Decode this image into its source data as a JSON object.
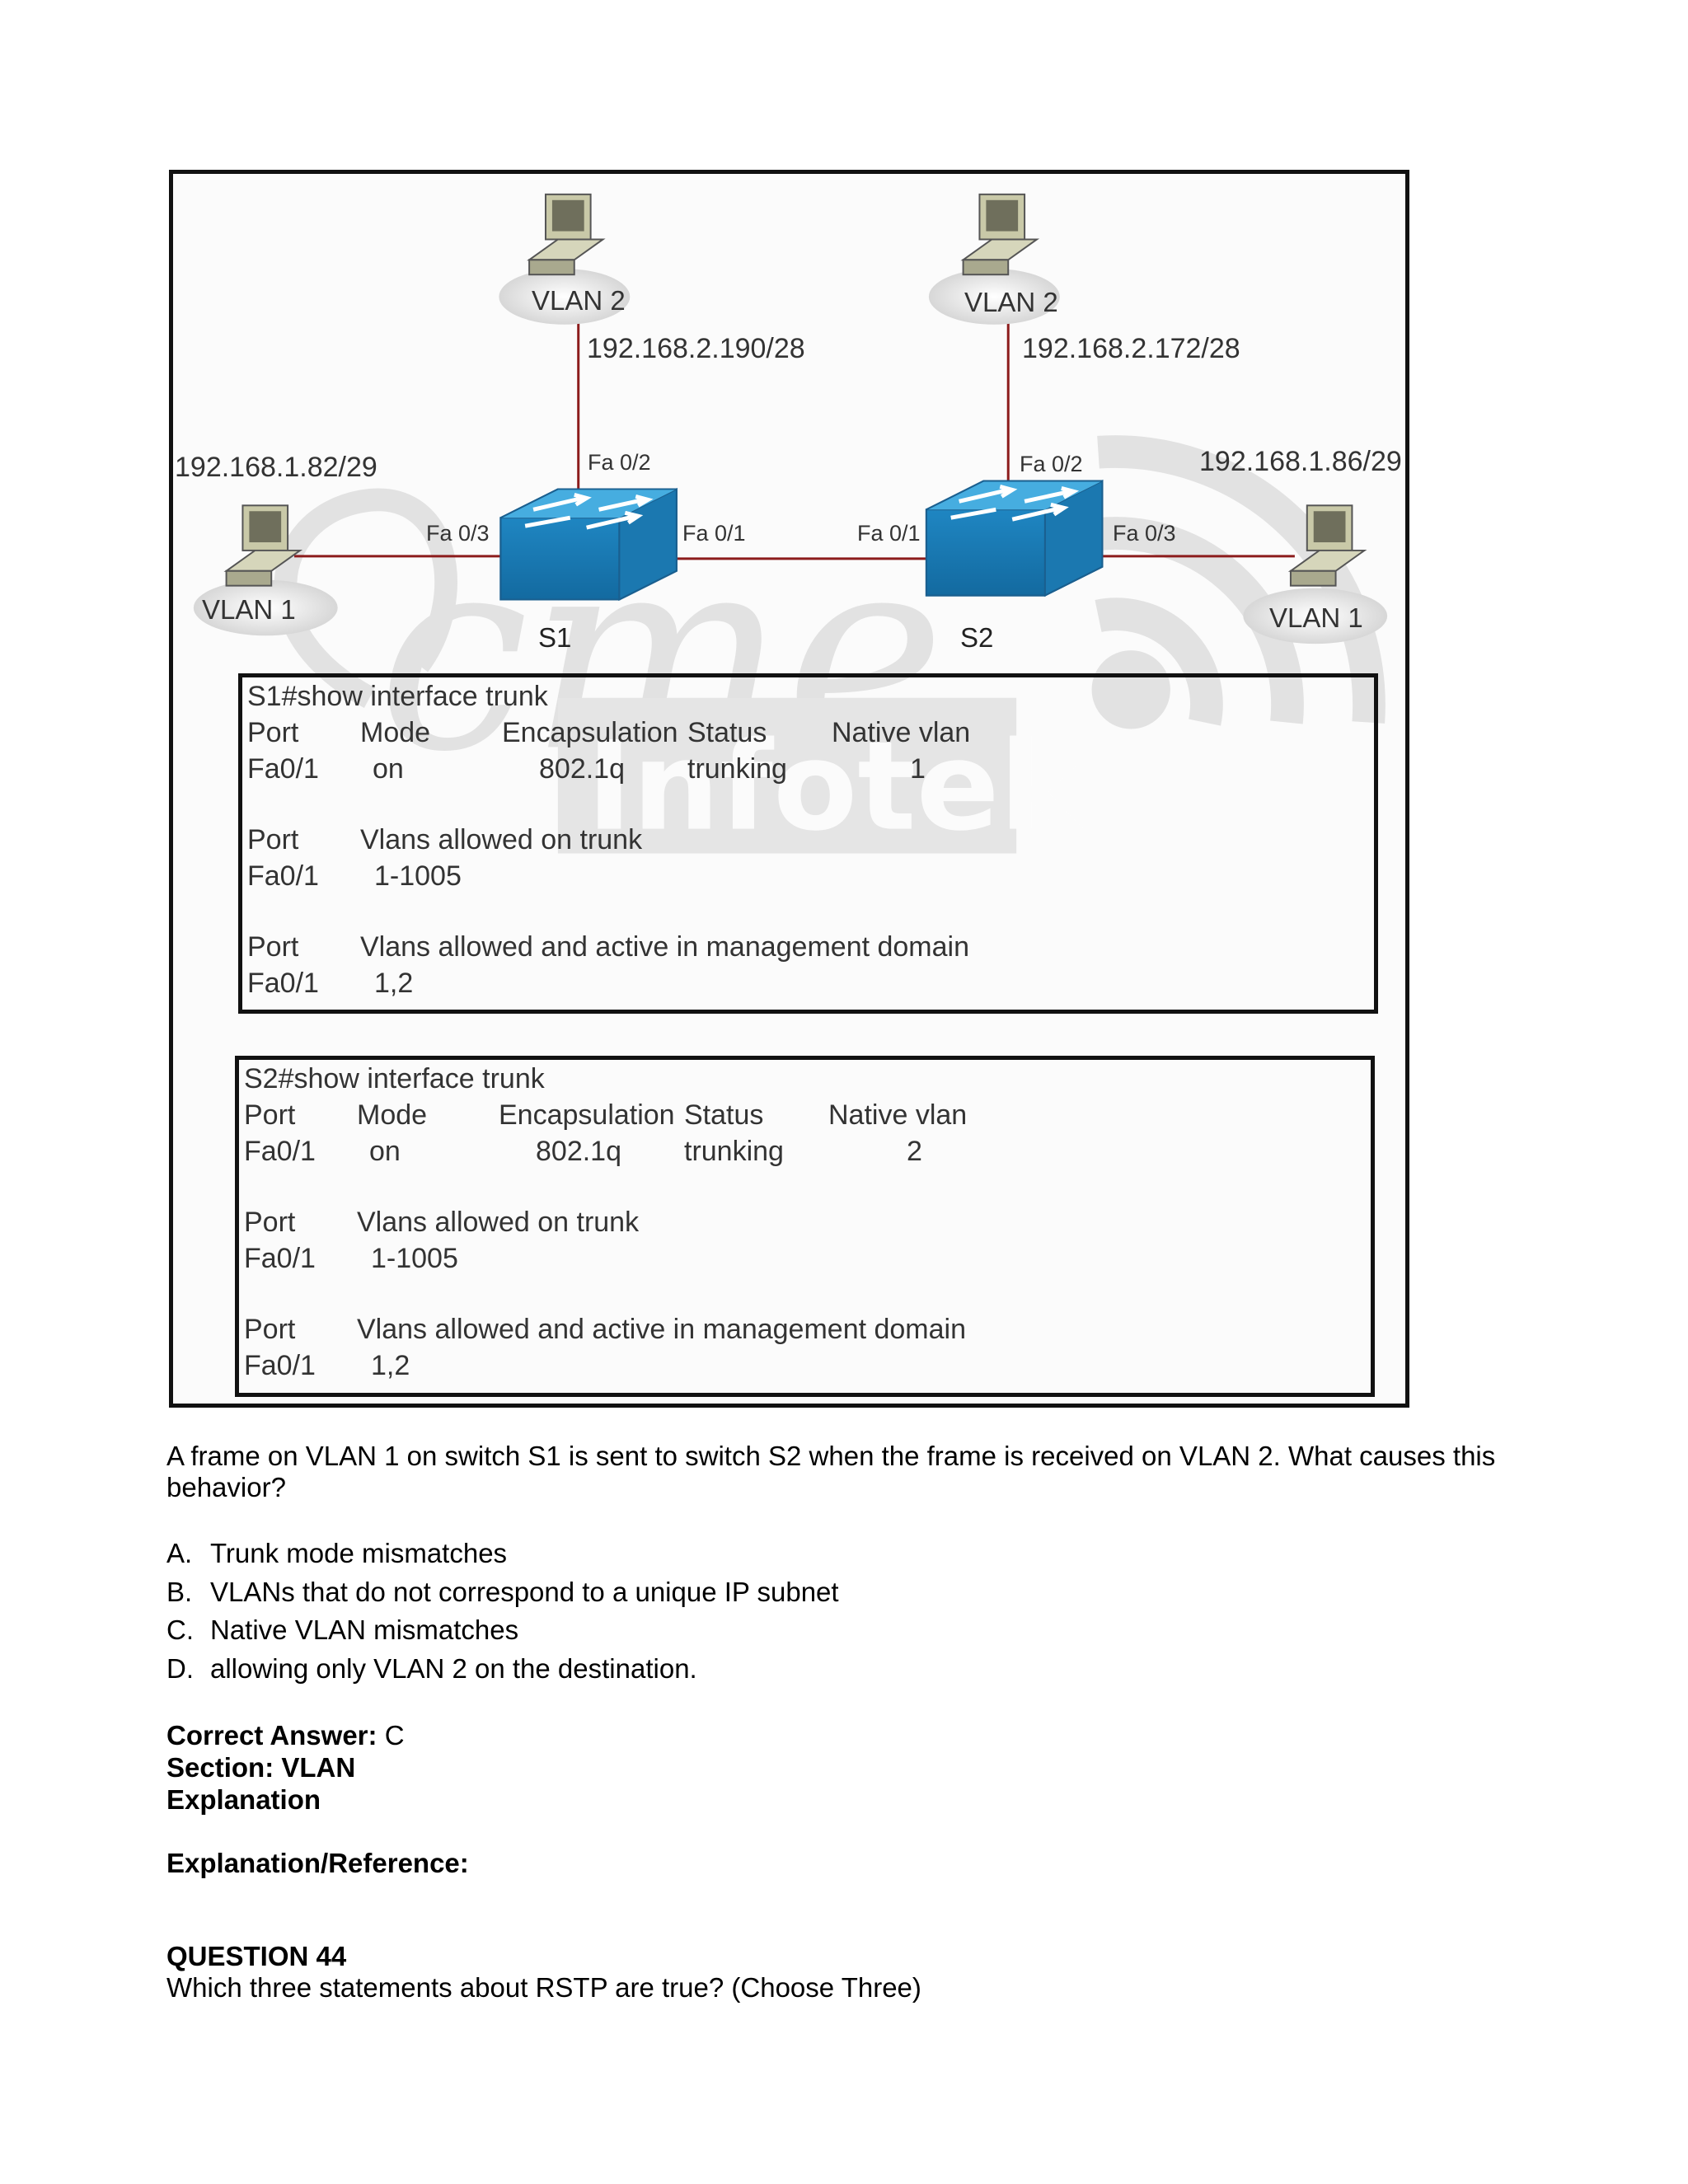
{
  "diagram": {
    "s1_label": "S1",
    "s2_label": "S2",
    "hosts": {
      "s1_top_vlan": "VLAN 2",
      "s1_top_ip": "192.168.2.190/28",
      "s2_top_vlan": "VLAN 2",
      "s2_top_ip": "192.168.2.172/28",
      "left_vlan": "VLAN 1",
      "left_ip": "192.168.1.82/29",
      "right_vlan": "VLAN 1",
      "right_ip": "192.168.1.86/29"
    },
    "ports": {
      "s1_fa02": "Fa 0/2",
      "s1_fa03": "Fa 0/3",
      "s1_fa01": "Fa 0/1",
      "s2_fa01": "Fa 0/1",
      "s2_fa02": "Fa 0/2",
      "s2_fa03": "Fa 0/3"
    },
    "watermark": "Acme Infotek"
  },
  "s1_output": {
    "command": "S1#show interface trunk",
    "headers": [
      "Port",
      "Mode",
      "Encapsulation",
      "Status",
      "Native vlan"
    ],
    "row": [
      "Fa0/1",
      "on",
      "802.1q",
      "trunking",
      "1"
    ],
    "allowed_header": [
      "Port",
      "Vlans allowed on trunk"
    ],
    "allowed_row": [
      "Fa0/1",
      "1-1005"
    ],
    "active_header": [
      "Port",
      "Vlans allowed and active in management domain"
    ],
    "active_row": [
      "Fa0/1",
      "1,2"
    ]
  },
  "s2_output": {
    "command": "S2#show interface trunk",
    "headers": [
      "Port",
      "Mode",
      "Encapsulation",
      "Status",
      "Native vlan"
    ],
    "row": [
      "Fa0/1",
      "on",
      "802.1q",
      "trunking",
      "2"
    ],
    "allowed_header": [
      "Port",
      "Vlans allowed on trunk"
    ],
    "allowed_row": [
      "Fa0/1",
      "1-1005"
    ],
    "active_header": [
      "Port",
      "Vlans allowed and active in management domain"
    ],
    "active_row": [
      "Fa0/1",
      "1,2"
    ]
  },
  "question": {
    "text_line1": "A frame on VLAN 1 on switch S1 is sent to switch S2 when the frame is received on VLAN 2. What causes this",
    "text_line2": "behavior?",
    "options": [
      {
        "key": "A.",
        "text": "Trunk mode mismatches"
      },
      {
        "key": "B.",
        "text": "VLANs that do not correspond to a unique IP subnet"
      },
      {
        "key": "C.",
        "text": "Native VLAN mismatches"
      },
      {
        "key": "D.",
        "text": "allowing only VLAN 2 on the destination."
      }
    ],
    "answer_label": "Correct Answer:",
    "answer_value": "C",
    "section": "Section: VLAN",
    "explanation": "Explanation",
    "explanation_ref": "Explanation/Reference:"
  },
  "next_question": {
    "title": "QUESTION 44",
    "text": "Which three statements about RSTP are true? (Choose Three)"
  }
}
